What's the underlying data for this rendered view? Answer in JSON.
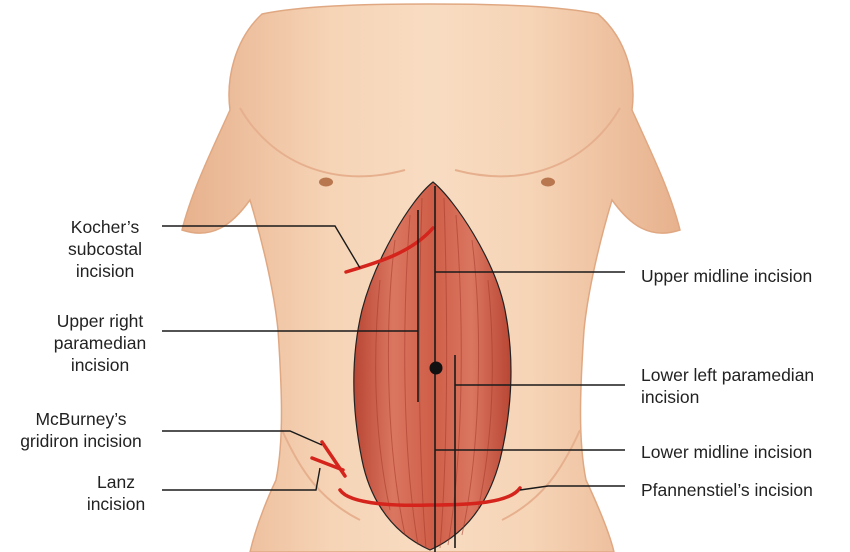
{
  "labels": {
    "kocher": [
      "Kocher’s",
      "subcostal",
      "incision"
    ],
    "upper_right_paramedian": [
      "Upper right",
      "paramedian",
      "incision"
    ],
    "mcburney": [
      "McBurney’s",
      "gridiron incision"
    ],
    "lanz": [
      "Lanz",
      "incision"
    ],
    "upper_midline": [
      "Upper midline incision"
    ],
    "lower_left_paramedian": [
      "Lower left paramedian",
      "incision"
    ],
    "lower_midline": [
      "Lower midline incision"
    ],
    "pfannenstiel": [
      "Pfannenstiel’s incision"
    ]
  },
  "colors": {
    "skin": "#f2c9a4",
    "skin_shadow": "#e3a983",
    "muscle": "#cf5a43",
    "muscle_dark": "#a8372a",
    "incision": "#d4241c",
    "leader": "#1a1a1a",
    "nipple": "#b8774f"
  }
}
